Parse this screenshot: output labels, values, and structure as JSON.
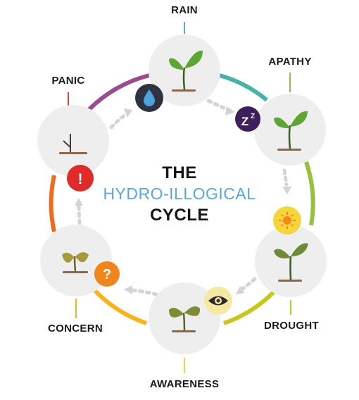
{
  "title": {
    "line1": "THE",
    "line2": "HYDRO-ILLOGICAL",
    "line3": "CYCLE"
  },
  "stages": [
    {
      "label": "RAIN",
      "icon": "water-drop-icon"
    },
    {
      "label": "APATHY",
      "icon": "sleep-zz-icon"
    },
    {
      "label": "DROUGHT",
      "icon": "sun-icon"
    },
    {
      "label": "AWARENESS",
      "icon": "eye-icon"
    },
    {
      "label": "CONCERN",
      "icon": "question-mark-icon"
    },
    {
      "label": "PANIC",
      "icon": "exclamation-mark-icon"
    }
  ],
  "colors": {
    "title_accent": "#5aa7d8",
    "ring_rain_to_apathy": "#47b3a6",
    "ring_apathy_to_drought": "#94c23c",
    "ring_drought_to_awareness": "#c9c61e",
    "ring_awareness_to_concern": "#f6b51b",
    "ring_concern_to_panic": "#ee6a1c",
    "ring_panic_to_rain": "#9a4c8e",
    "node_fill": "#eeeeee",
    "leaf_green": "#5ea634",
    "stem_dark": "#3c5b25",
    "dirt": "#8d6748"
  }
}
